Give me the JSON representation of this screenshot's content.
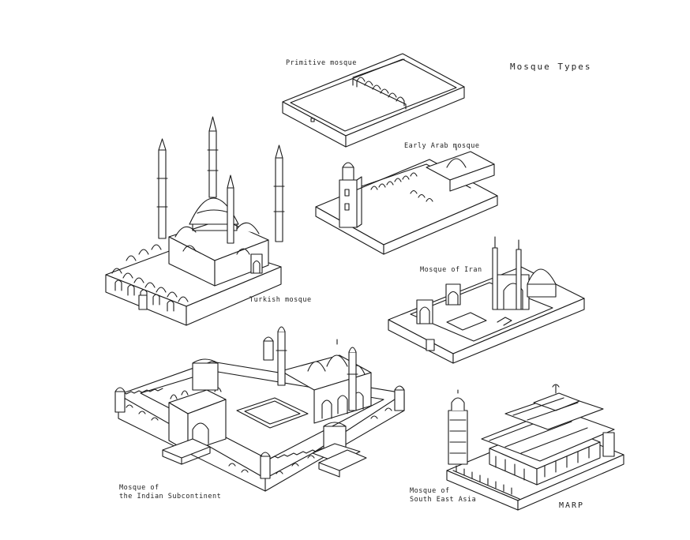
{
  "title": "Mosque Types",
  "signature": "MARP",
  "labels": {
    "primitive": "Primitive mosque",
    "early_arab": "Early Arab mosque",
    "iran": "Mosque of Iran",
    "turkish": "Turkish mosque",
    "indian_line1": "Mosque of",
    "indian_line2": "the Indian Subcontinent",
    "sea_line1": "Mosque of",
    "sea_line2": "South East Asia"
  }
}
